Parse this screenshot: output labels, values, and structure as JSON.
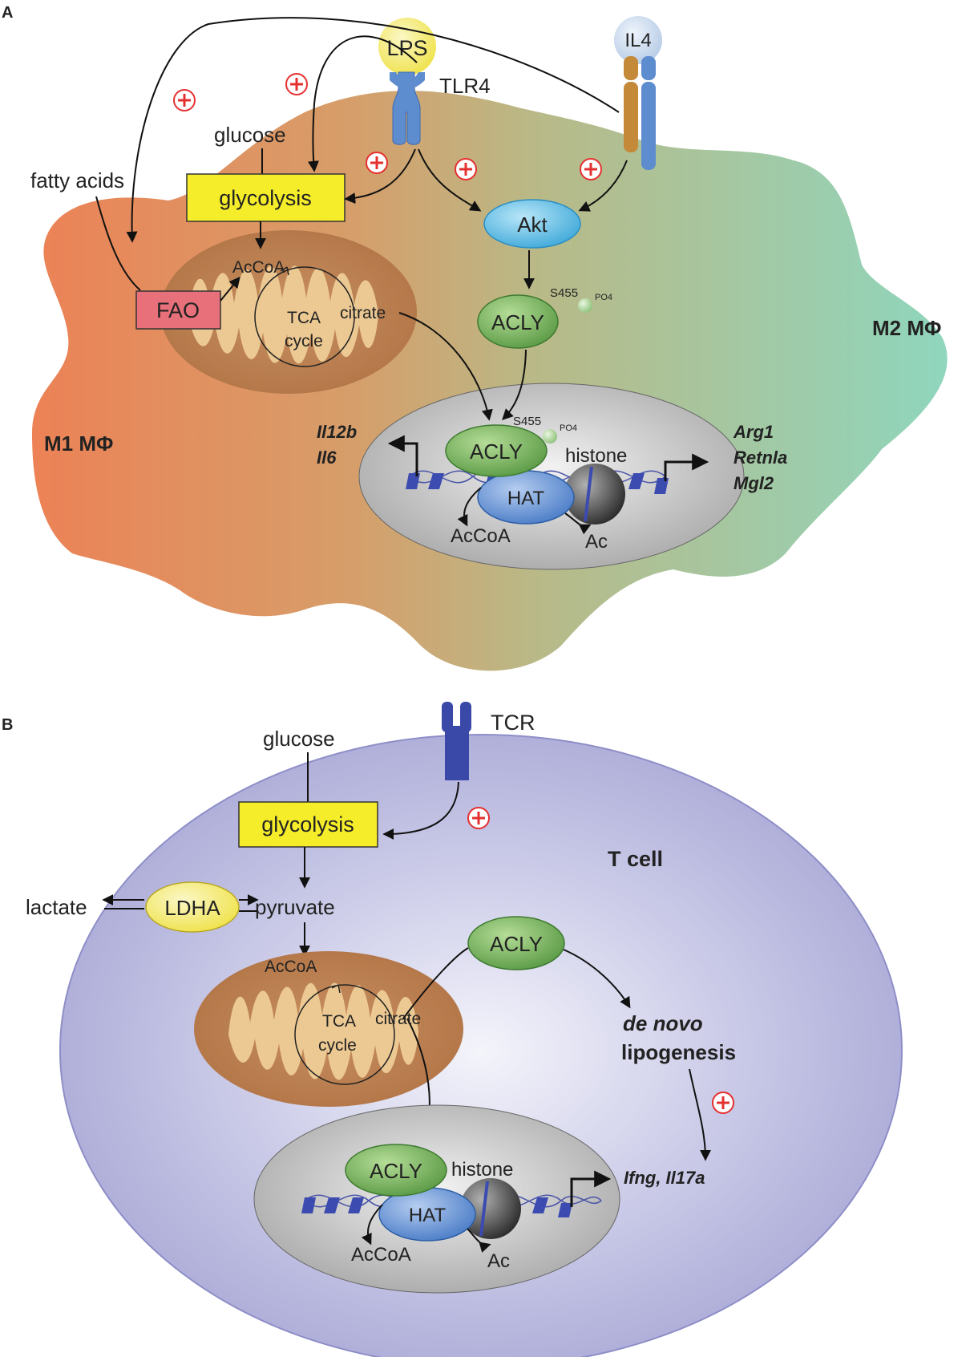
{
  "panel_a": {
    "label": "A",
    "lps": "LPS",
    "tlr4": "TLR4",
    "il4": "IL4",
    "glucose": "glucose",
    "fatty_acids": "fatty acids",
    "glycolysis": "glycolysis",
    "fao": "FAO",
    "accoa_mito": "AcCoA",
    "tca": "TCA",
    "cycle": "cycle",
    "citrate": "citrate",
    "akt": "Akt",
    "acly": "ACLY",
    "acly_nuc": "ACLY",
    "s455_cyto": "S455",
    "s455_nuc": "S455",
    "po4_cyto": "PO4",
    "po4_nuc": "PO4",
    "histone": "histone",
    "hat": "HAT",
    "accoa_nuc": "AcCoA",
    "ac": "Ac",
    "m1": "M1 MΦ",
    "m2": "M2 MΦ",
    "genes_left": [
      "Il12b",
      "Il6"
    ],
    "genes_right": [
      "Arg1",
      "Retnla",
      "Mgl2"
    ]
  },
  "panel_b": {
    "label": "B",
    "tcr": "TCR",
    "glucose": "glucose",
    "glycolysis": "glycolysis",
    "t_cell": "T cell",
    "lactate": "lactate",
    "ldha": "LDHA",
    "pyruvate": "pyruvate",
    "acly": "ACLY",
    "accoa_mito": "AcCoA",
    "tca": "TCA",
    "cycle": "cycle",
    "citrate": "citrate",
    "de_novo": "de novo",
    "lipogenesis": "lipogenesis",
    "acly_nuc": "ACLY",
    "histone": "histone",
    "hat": "HAT",
    "accoa_nuc": "AcCoA",
    "ac": "Ac",
    "genes": "Ifng, Il17a"
  },
  "colors": {
    "m1_orange": "#e8825a",
    "m2_green": "#8fd3b8",
    "tcell_purple": "#b3b3dd",
    "glycolysis_yellow": "#f5ec2a",
    "fao_red": "#e8707a",
    "acly_green": "#6aab52",
    "akt_blue": "#5ec3ea",
    "plus_red": "#e53030"
  }
}
